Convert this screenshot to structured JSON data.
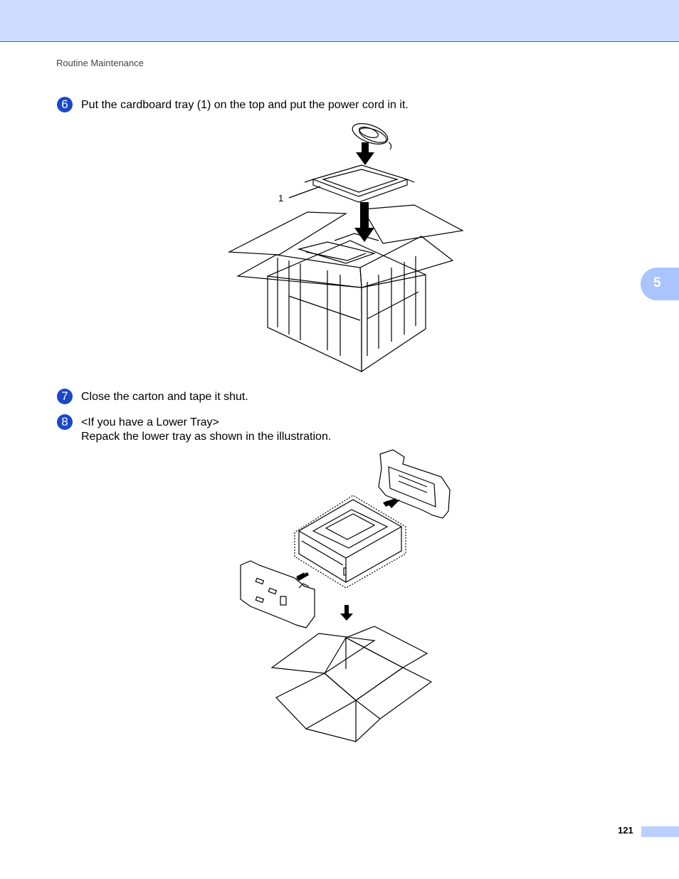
{
  "header": {
    "running_title": "Routine Maintenance"
  },
  "steps": [
    {
      "number": "6",
      "text": "Put the cardboard tray (1) on the top and put the power cord in it."
    },
    {
      "number": "7",
      "text": "Close the carton and tape it shut."
    },
    {
      "number": "8",
      "line1": "<If you have a Lower Tray>",
      "line2": "Repack the lower tray as shown in the illustration."
    }
  ],
  "figure1": {
    "callout": "1"
  },
  "side_tab": {
    "chapter": "5"
  },
  "footer": {
    "page_number": "121"
  },
  "colors": {
    "header_band": "#cddcff",
    "step_badge": "#1a48c9",
    "chapter_tab": "#a9c4ff",
    "page_bar": "#b9cfff"
  },
  "icons": [
    "power-cord-icon",
    "arrow-down-icon",
    "cardboard-tray-icon",
    "carton-box-icon",
    "lower-tray-icon",
    "foam-packing-icon"
  ]
}
